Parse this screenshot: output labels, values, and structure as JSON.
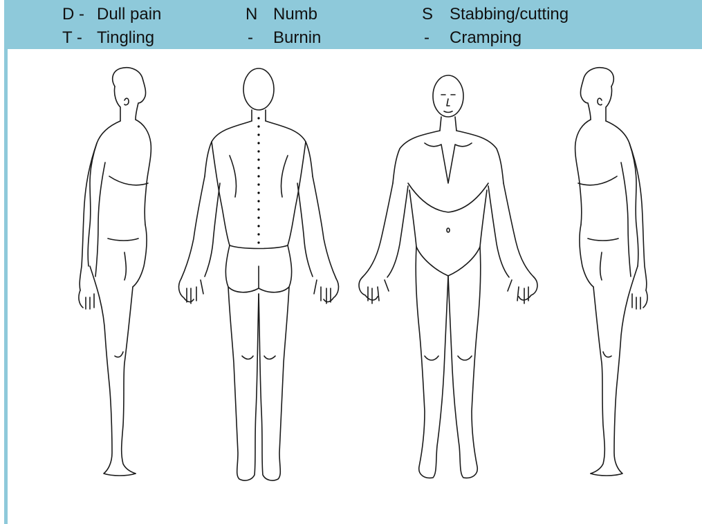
{
  "legend": {
    "rows": [
      [
        {
          "code": "D -",
          "label": "Dull pain"
        },
        {
          "code": "N",
          "label": "Numb"
        },
        {
          "code": "S",
          "label": "Stabbing/cutting"
        }
      ],
      [
        {
          "code": "T -",
          "label": "Tingling"
        },
        {
          "code": "-",
          "label": "Burnin"
        },
        {
          "code": "-",
          "label": "Cramping"
        }
      ]
    ],
    "bar_color": "#8ec9da"
  },
  "body_diagram": {
    "views": [
      "side-right",
      "back",
      "front",
      "side-left"
    ]
  }
}
